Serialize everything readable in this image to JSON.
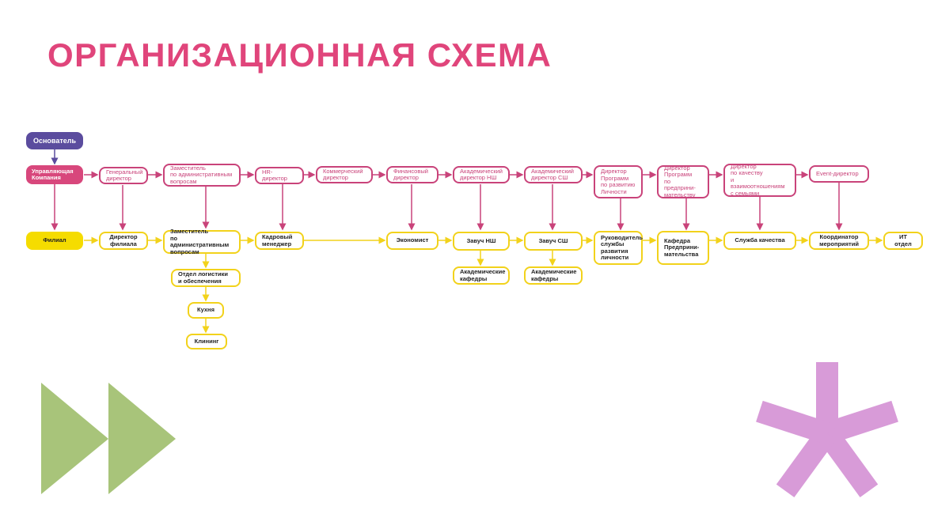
{
  "title": "ОРГАНИЗАЦИОННАЯ СХЕМА",
  "colors": {
    "pink": "#d8477c",
    "purple": "#5b4c9e",
    "yellow": "#f5dc00",
    "green": "#a8c47a",
    "lilac": "#d89bd8"
  },
  "founder": "Основатель",
  "management": [
    "Управляющая\nКомпания",
    "Генеральный\nдиректор",
    "Заместитель\nпо административным\nвопросам",
    "HR-директор",
    "Коммерческий\nдиректор",
    "Финансовый\nдиректор",
    "Академический\nдиректор НШ",
    "Академический\nдиректор СШ",
    "Директор\nПрограмм\nпо развитию\nЛичности",
    "Директор\nПрограмм\nпо предприни-\nмательству",
    "Директор\nпо качеству\nи взаимоотношениям\nс семьями",
    "Event-директор"
  ],
  "branch": [
    "Филиал",
    "Директор\nфилиала",
    "Заместитель\nпо административным\nвопросам",
    "Кадровый\nменеджер",
    "Экономист",
    "Завуч НШ",
    "Завуч СШ",
    "Руководитель\nслужбы\nразвития\nличности",
    "Кафедра\nПредприни-\nмательства",
    "Служба качества",
    "Координатор\nмероприятий",
    "ИТ отдел"
  ],
  "sub": {
    "logistics": "Отдел логистики\nи обеспечения",
    "kitchen": "Кухня",
    "cleaning": "Клининг",
    "academic_ns": "Академические\nкафедры",
    "academic_ss": "Академические\nкафедры"
  },
  "decor_icons": [
    "fast-forward-icon",
    "asterisk-icon"
  ]
}
